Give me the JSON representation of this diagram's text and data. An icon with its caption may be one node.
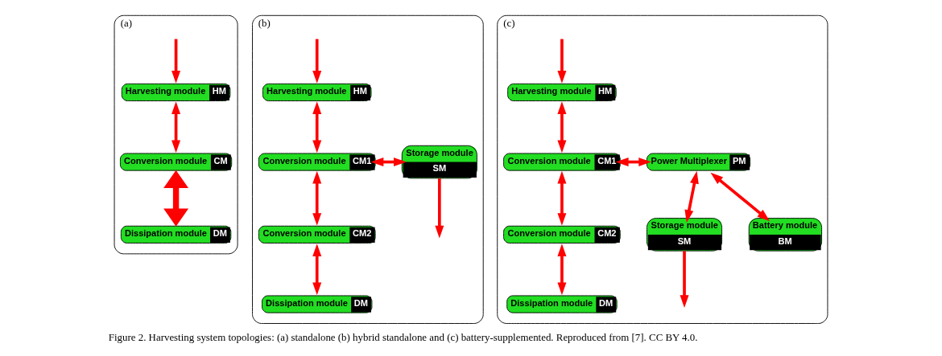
{
  "diagram": {
    "caption": "Figure 2. Harvesting system topologies: (a) standalone (b) hybrid standalone and (c) battery-supplemented. Reproduced from [7]. CC BY 4.0.",
    "nodes": [
      {
        "text": [
          "(a)"
        ]
      },
      {
        "text": [
          "Harvesting module",
          "HM"
        ],
        "in": 0
      },
      {
        "text": [
          "Conversion module",
          "CM"
        ],
        "in": 0
      },
      {
        "text": [
          "Dissipation module",
          "DM"
        ],
        "in": 0
      },
      {
        "text": [
          "(b)"
        ]
      },
      {
        "text": [
          "Harvesting module",
          "HM"
        ],
        "in": 4
      },
      {
        "text": [
          "Conversion module",
          "CM1"
        ],
        "in": 4
      },
      {
        "text": [
          "Storage module",
          "SM"
        ],
        "in": 4
      },
      {
        "text": [
          "Conversion module",
          "CM2"
        ],
        "in": 4
      },
      {
        "text": [
          "Dissipation module",
          "DM"
        ],
        "in": 4
      },
      {
        "text": [
          "(c)"
        ]
      },
      {
        "text": [
          "Harvesting module",
          "HM"
        ],
        "in": 10
      },
      {
        "text": [
          "Conversion module",
          "CM1"
        ],
        "in": 10
      },
      {
        "text": [
          "Power Multiplexer",
          "PM"
        ],
        "in": 10
      },
      {
        "text": [
          "Conversion module",
          "CM2"
        ],
        "in": 10
      },
      {
        "text": [
          "Storage module",
          "SM"
        ],
        "in": 10
      },
      {
        "text": [
          "Battery module",
          "BM"
        ],
        "in": 10
      },
      {
        "text": [
          "Dissipation module",
          "DM"
        ],
        "in": 10
      }
    ],
    "edges": [
      {
        "from": null,
        "to": 1,
        "arrow": "to"
      },
      {
        "from": 1,
        "to": 2,
        "arrow": "both"
      },
      {
        "from": 2,
        "to": 3,
        "arrow": "both",
        "style": "thick"
      },
      {
        "from": null,
        "to": 5,
        "arrow": "to"
      },
      {
        "from": 5,
        "to": 6,
        "arrow": "both"
      },
      {
        "from": 6,
        "to": 7,
        "arrow": "both"
      },
      {
        "from": 6,
        "to": 8,
        "arrow": "both"
      },
      {
        "from": 8,
        "to": 9,
        "arrow": "both"
      },
      {
        "from": 7,
        "to": null,
        "arrow": "to"
      },
      {
        "from": null,
        "to": 11,
        "arrow": "to"
      },
      {
        "from": 11,
        "to": 12,
        "arrow": "both"
      },
      {
        "from": 12,
        "to": 13,
        "arrow": "both"
      },
      {
        "from": 12,
        "to": 14,
        "arrow": "both"
      },
      {
        "from": 14,
        "to": 17,
        "arrow": "both"
      },
      {
        "from": 13,
        "to": 15,
        "arrow": "both"
      },
      {
        "from": 13,
        "to": 16,
        "arrow": "both"
      },
      {
        "from": 15,
        "to": null,
        "arrow": "to"
      }
    ]
  }
}
